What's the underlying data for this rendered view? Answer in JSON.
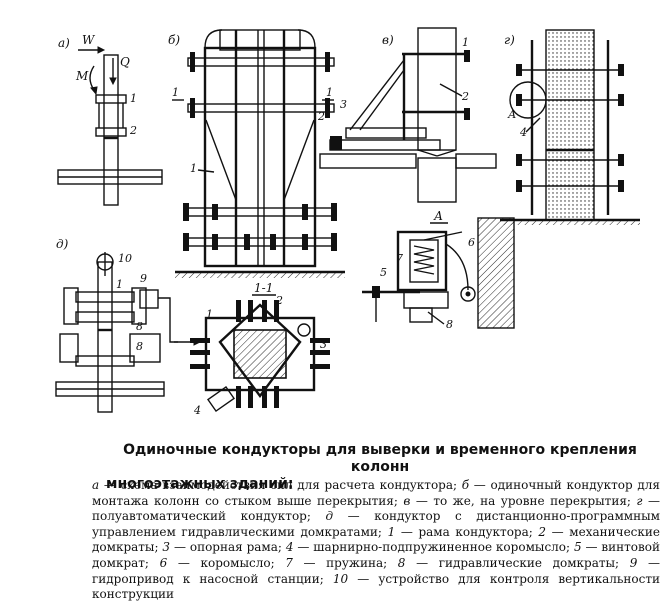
{
  "panels": {
    "a": "а)",
    "b": "б)",
    "v": "в)",
    "g": "г)",
    "d": "д)",
    "A_view": "А",
    "A_callout": "А",
    "section": "1-1"
  },
  "force_labels": {
    "W": "W",
    "M": "M",
    "Q": "Q"
  },
  "numbers": {
    "n1": "1",
    "n2": "2",
    "n3": "3",
    "n4": "4",
    "n5": "5",
    "n6": "6",
    "n7": "7",
    "n8": "8",
    "n9": "9",
    "n10": "10"
  },
  "caption": {
    "line1": "Одиночные кондукторы для выверки и временного крепления колонн",
    "line2": "многоэтажных зданий:"
  },
  "legend": {
    "a_key": "а",
    "a_text": " — схема взаимодействия сил для расчета кондуктора; ",
    "b_key": "б",
    "b_text": " — одиночный кондуктор для монтажа колонн со стыком выше перекрытия; ",
    "v_key": "в",
    "v_text": " — то же, на уровне перекрытия; ",
    "g_key": "г",
    "g_text": " — полуавтоматический кондуктор; ",
    "d_key": "д",
    "d_text": " — кондуктор с дистанционно-программным управлением гидравлическими домкратами; ",
    "k1": "1",
    "t1": " — рама кондуктора; ",
    "k2": "2",
    "t2": " — механические домкраты; ",
    "k3": "3",
    "t3": " — опорная рама; ",
    "k4": "4",
    "t4": " — шарнирно-подпружиненное коромысло; ",
    "k5": "5",
    "t5": " — винтовой домкрат; ",
    "k6": "6",
    "t6": " — коромысло; ",
    "k7": "7",
    "t7": " — пружина; ",
    "k8": "8",
    "t8": " — гидравлические домкраты; ",
    "k9": "9",
    "t9": " — гидропривод к насосной станции; ",
    "k10": "10",
    "t10": " — устройство для контроля вертикальности конструкции"
  }
}
